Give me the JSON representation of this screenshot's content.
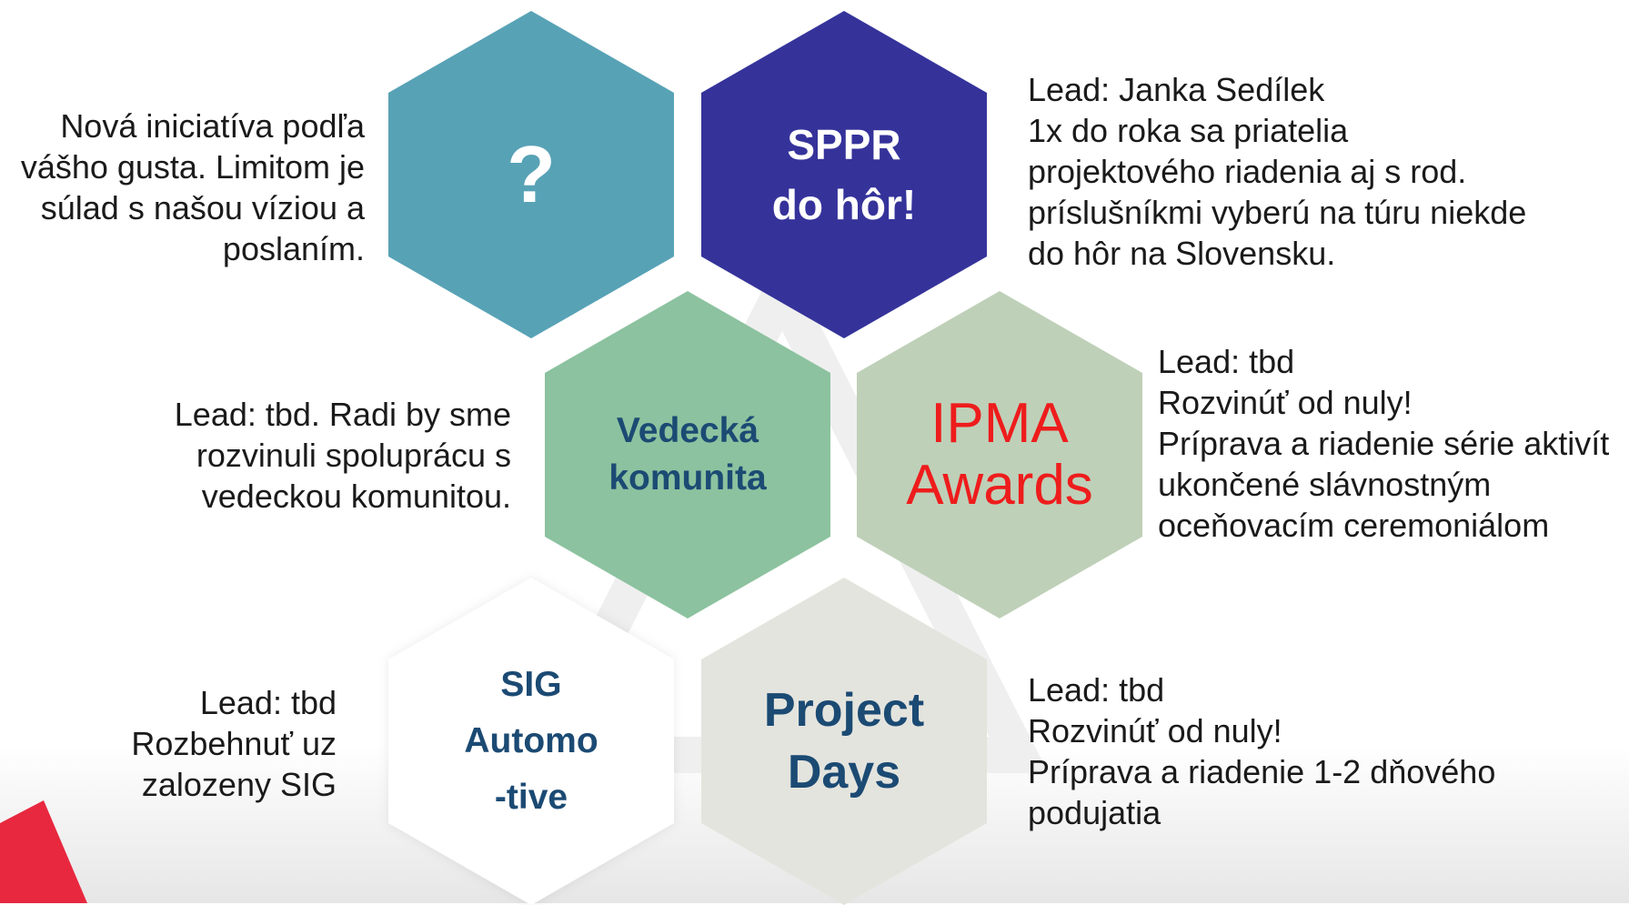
{
  "hexagons": {
    "question": {
      "label": "?",
      "color": "#58a2b6",
      "text_color": "#ffffff"
    },
    "sppr": {
      "label": "SPPR\ndo hôr!",
      "color": "#35339a",
      "text_color": "#ffffff"
    },
    "vedecka": {
      "label": "Vedecká\nkomunita",
      "color": "#8cc29f",
      "text_color": "#1b4a73"
    },
    "ipma": {
      "label": "IPMA\nAwards",
      "color": "#bfd0b8",
      "text_color": "#ee1c1c"
    },
    "sig": {
      "label": "SIG\nAutomo\n-tive",
      "color": "#ffffff",
      "text_color": "#1b4a73"
    },
    "project_days": {
      "label": "Project\nDays",
      "color": "#e4e4de",
      "text_color": "#1b4a73"
    }
  },
  "descriptions": {
    "question": "Nová iniciatíva podľa\nvášho gusta. Limitom je\nsúlad s našou víziou a\nposlaním.",
    "sppr": "Lead: Janka Sedílek\n1x do roka sa priatelia\nprojektového riadenia aj s rod.\nprí­slušníkmi vyberú na túru niekde\ndo hôr na Slovensku.",
    "vedecka": "Lead: tbd. Radi by sme\nrozvinuli spoluprácu s\nvedeckou komunitou.",
    "ipma": "Lead: tbd\nRozvinúť od nuly!\nPríprava a riadenie série aktivít\nukončené slávnostným\noceňovacím ceremoniálom",
    "sig": "Lead: tbd\nRozbehnuť uz\nzalozeny SIG",
    "project_days": "Lead: tbd\nRozvinúť od nuly!\nPríprava a riadenie 1-2 dňového\npodujatia"
  },
  "colors": {
    "logo_accent": "#e8283f",
    "background_shape": "#f3f3f3"
  }
}
